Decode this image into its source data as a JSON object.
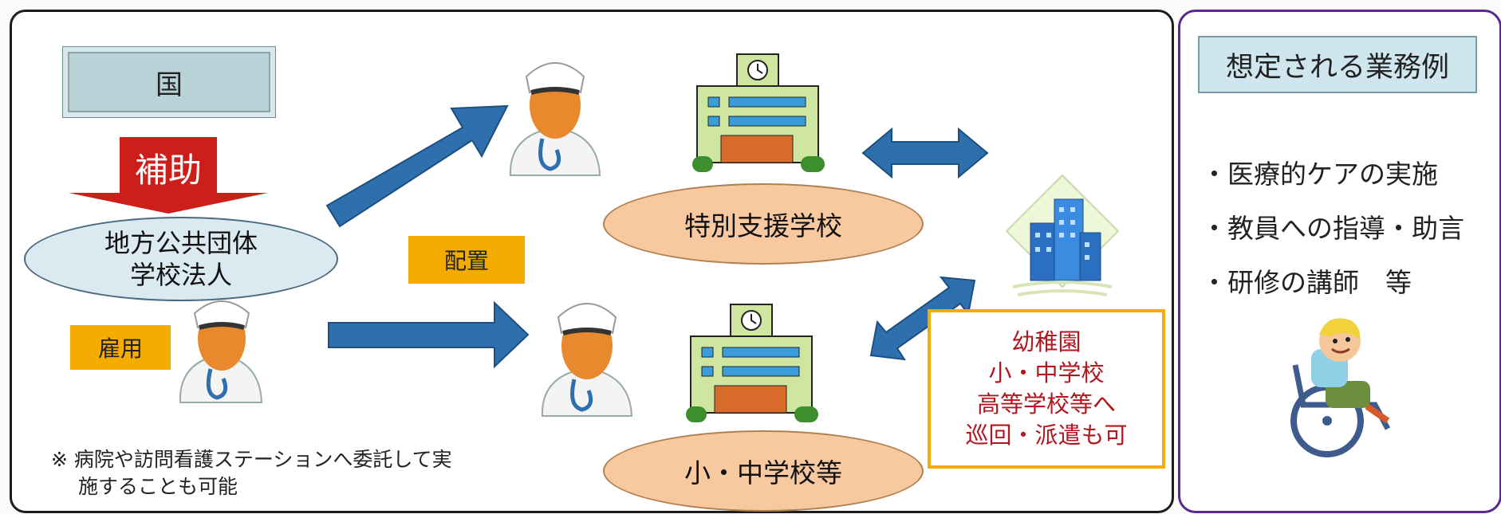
{
  "kuni": "国",
  "subsidy": "補助",
  "local_gov": {
    "line1": "地方公共団体",
    "line2": "学校法人"
  },
  "employ_tag": "雇用",
  "placement_tag": "配置",
  "school_special": "特別支援学校",
  "school_elem": "小・中学校等",
  "note": {
    "line1": "※ 病院や訪問看護ステーションへ委託して実",
    "line2": "施することも可能"
  },
  "visit_box": {
    "line1": "幼稚園",
    "line2": "小・中学校",
    "line3": "高等学校等へ",
    "line4": "巡回・派遣も可"
  },
  "side": {
    "title": "想定される業務例",
    "items": [
      "・医療的ケアの実施",
      "・教員への指導・助言",
      "・研修の講師　等"
    ]
  },
  "colors": {
    "arrow": "#2e6fae",
    "subsidy_arrow": "#cc1f1a",
    "tag": "#f5ac00",
    "school_ellipse": "#f8c9a0",
    "visit_text": "#b0171e"
  }
}
